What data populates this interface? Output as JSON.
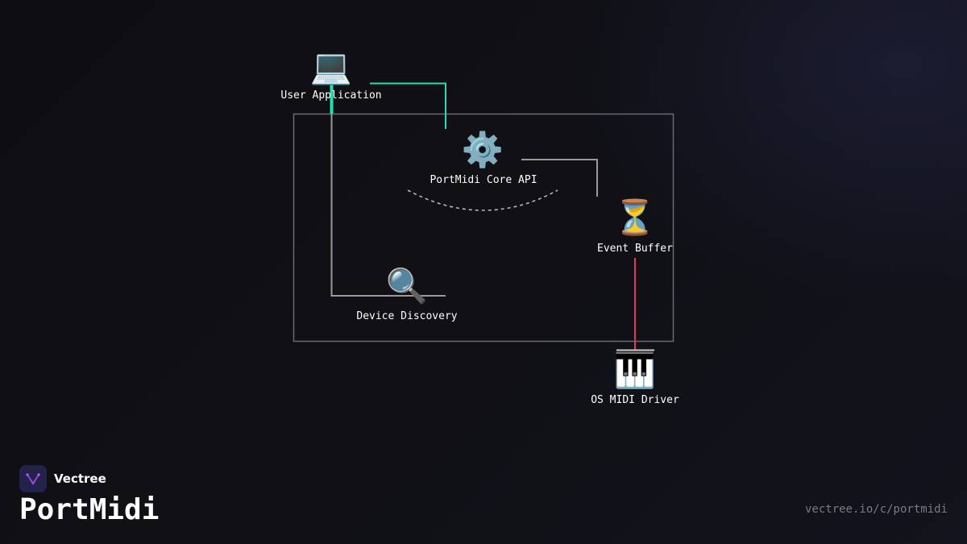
{
  "brand": {
    "name": "Vectree",
    "logo_color": "#23224a",
    "logo_accent": "#b44bd6"
  },
  "title": "PortMidi",
  "footer": {
    "url": "vectree.io/c/portmidi"
  },
  "diagram": {
    "nodes": [
      {
        "id": "user-application",
        "label": "User Application",
        "icon": "laptop-icon",
        "glyph": "💻"
      },
      {
        "id": "portmidi-core-api",
        "label": "PortMidi Core API",
        "icon": "gear-icon",
        "glyph": "⚙️"
      },
      {
        "id": "event-buffer",
        "label": "Event Buffer",
        "icon": "hourglass-icon",
        "glyph": "⏳"
      },
      {
        "id": "device-discovery",
        "label": "Device Discovery",
        "icon": "magnifier-icon",
        "glyph": "🔍"
      },
      {
        "id": "os-midi-driver",
        "label": "OS MIDI Driver",
        "icon": "piano-keys-icon",
        "glyph": "🎹"
      }
    ],
    "edges": [
      {
        "from": "user-application",
        "to": "portmidi-core-api",
        "color": "#1fe0b4"
      },
      {
        "from": "user-application",
        "to": "device-discovery",
        "color": "#1fe0b4"
      },
      {
        "from": "portmidi-core-api",
        "to": "event-buffer",
        "color": "#9a9a9a"
      },
      {
        "from": "event-buffer",
        "to": "os-midi-driver",
        "color": "#e8335a"
      }
    ],
    "group_border_color": "#6a6a70"
  }
}
